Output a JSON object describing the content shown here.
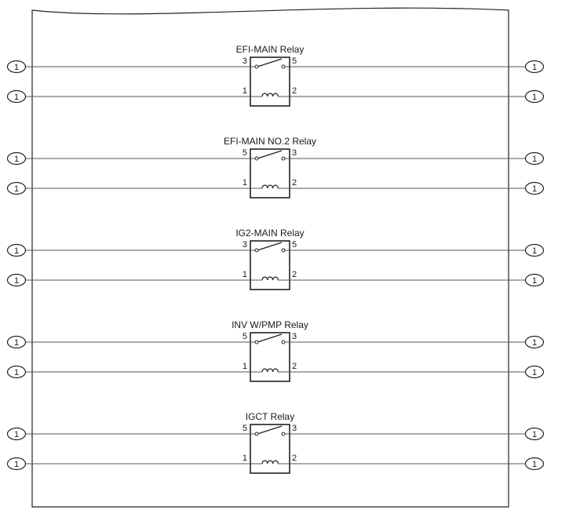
{
  "connector_label": "1",
  "relays": [
    {
      "name": "EFI-MAIN Relay",
      "contact_left": "3",
      "contact_right": "5",
      "coil_left": "1",
      "coil_right": "2"
    },
    {
      "name": "EFI-MAIN NO.2 Relay",
      "contact_left": "5",
      "contact_right": "3",
      "coil_left": "1",
      "coil_right": "2"
    },
    {
      "name": "IG2-MAIN Relay",
      "contact_left": "3",
      "contact_right": "5",
      "coil_left": "1",
      "coil_right": "2"
    },
    {
      "name": "INV W/PMP Relay",
      "contact_left": "5",
      "contact_right": "3",
      "coil_left": "1",
      "coil_right": "2"
    },
    {
      "name": "IGCT Relay",
      "contact_left": "5",
      "contact_right": "3",
      "coil_left": "1",
      "coil_right": "2"
    }
  ]
}
